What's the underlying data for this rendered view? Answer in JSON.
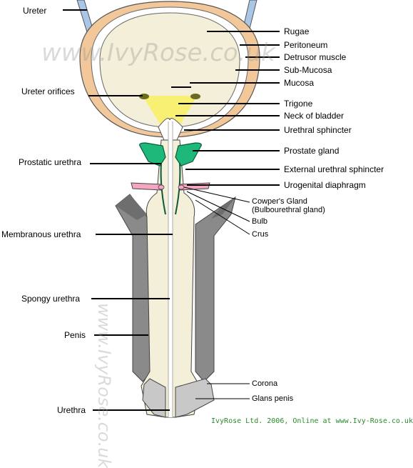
{
  "watermark": "www.IvyRose.co.uk",
  "footer": "IvyRose Ltd. 2006, Online at www.Ivy-Rose.co.uk",
  "labels": {
    "ureter": "Ureter",
    "ureter_orifices": "Ureter orifices",
    "prostatic_urethra": "Prostatic urethra",
    "membranous_urethra": "Membranous urethra",
    "spongy_urethra": "Spongy urethra",
    "penis": "Penis",
    "urethra": "Urethra",
    "rugae": "Rugae",
    "peritoneum": "Peritoneum",
    "detrusor_muscle": "Detrusor muscle",
    "sub_mucosa": "Sub-Mucosa",
    "mucosa": "Mucosa",
    "trigone": "Trigone",
    "neck_of_bladder": "Neck of bladder",
    "urethral_sphincter": "Urethral sphincter",
    "prostate_gland": "Prostate gland",
    "external_urethral_sphincter": "External urethral sphincter",
    "urogenital_diaphragm": "Urogenital diaphragm",
    "cowpers_gland": "Cowper's Gland",
    "bulbourethral_gland": "(Bulbourethral gland)",
    "bulb": "Bulb",
    "crus": "Crus",
    "corona": "Corona",
    "glans_penis": "Glans penis"
  },
  "colors": {
    "peritoneum": "#f2c79a",
    "detrusor": "#ffffff",
    "bladder_lining": "#f3efd8",
    "trigone": "#f7f060",
    "prostate": "#1db87a",
    "diaphragm": "#f4a6c0",
    "corpora": "#8a8a8a",
    "glans": "#c8c8c8",
    "ureter": "#a9c6e6"
  }
}
